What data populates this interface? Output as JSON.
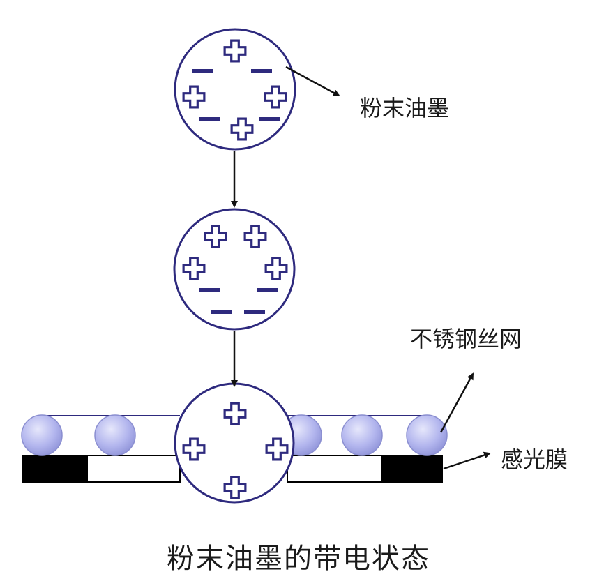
{
  "labels": {
    "powder_ink": "粉末油墨",
    "stainless_mesh": "不锈钢丝网",
    "photosensitive_film": "感光膜"
  },
  "caption": "粉末油墨的带电状态",
  "colors": {
    "particle_stroke": "#2e2a7e",
    "charge_fill": "#2e2a7e",
    "mesh_ball_fill": "#b3b6ee",
    "film_black": "#000000",
    "arrow": "#111111"
  },
  "particles": [
    {
      "id": "top",
      "positive_charges": 4,
      "negative_charges": 4
    },
    {
      "id": "middle",
      "positive_charges": 4,
      "negative_charges": 4
    },
    {
      "id": "bottom",
      "positive_charges": 4,
      "negative_charges": 0
    }
  ]
}
